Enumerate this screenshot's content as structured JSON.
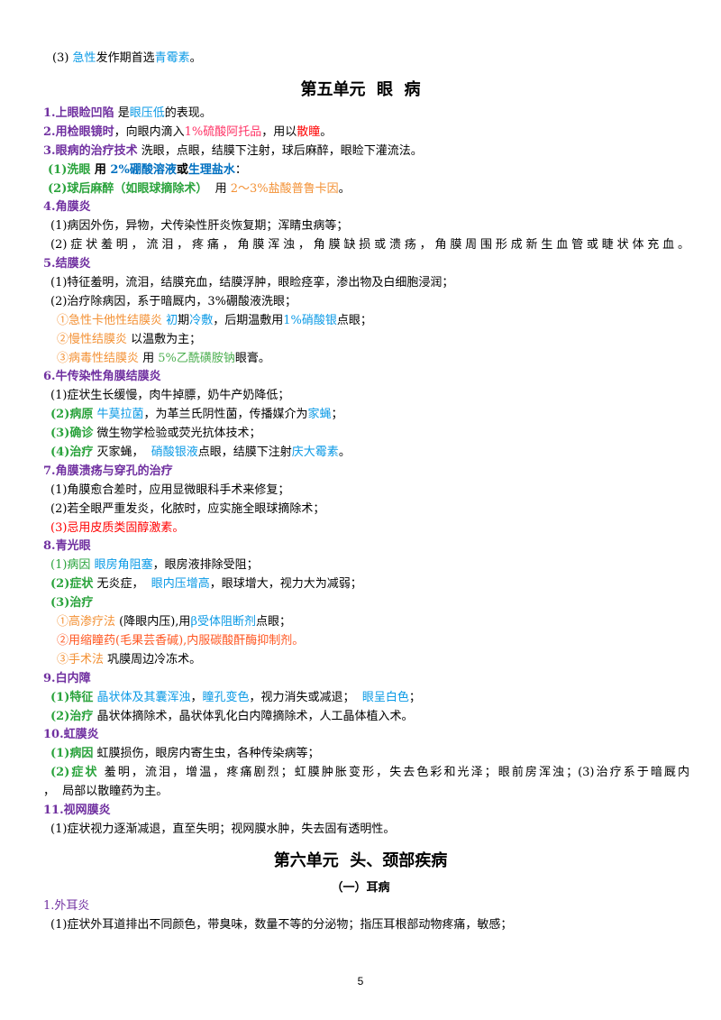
{
  "colors": {
    "purple": "#7030a0",
    "blue": "#0b9ae6",
    "darkblue": "#0070c0",
    "green": "#2aa33c",
    "orange": "#f39135",
    "red": "#ff0000",
    "pink": "#ff3366",
    "lightgreen": "#4caf50",
    "orangered": "#ff5722"
  },
  "intro_line": [
    "(3) ",
    "急性",
    "发作期首选",
    "青霉素",
    "。"
  ],
  "unit5": {
    "title": "第五单元  眼  病",
    "lines": [
      [
        "1.上眼睑凹陷",
        " 是",
        "眼压低",
        "的表现。"
      ],
      [
        "2.用检眼镜时",
        "，向眼内滴入",
        "1%硫酸阿托品",
        "，用以",
        "散瞳",
        "。"
      ],
      [
        "3.眼病的治疗技术",
        " 洗眼，点眼，结膜下注射，球后麻醉，眼睑下灌流法。"
      ],
      [
        "(1)洗眼",
        " 用 ",
        "2%硼酸溶液",
        "或",
        "生理盐水",
        "："
      ],
      [
        "(2)球后麻醉（如眼球摘除术）",
        "  用 ",
        "2～3%盐酸普鲁卡因",
        "。"
      ],
      [
        "4.角膜炎"
      ],
      [
        "(1)病因外伤，异物，犬传染性肝炎恢复期；浑睛虫病等；"
      ],
      [
        "(2)症状羞明，流泪，疼痛，角膜浑浊，角膜缺损或溃疡，角膜周围形成新生血管或睫状体充血。"
      ],
      [
        "5.结膜炎"
      ],
      [
        "(1)特征羞明，流泪，结膜充血，结膜浮肿，眼睑痉挛，渗出物及白细胞浸润；"
      ],
      [
        "(2)治疗除病因，系于暗厩内，3%硼酸液洗眼；"
      ],
      [
        "①急性卡他性结膜炎",
        " ",
        "初",
        "期",
        "冷敷",
        "，后期温敷用",
        "1%硝酸银",
        "点眼；"
      ],
      [
        "②慢性结膜炎",
        " 以温敷为主；"
      ],
      [
        "③病毒性结膜炎",
        " 用 ",
        "5%乙酰磺胺钠",
        "眼膏。"
      ],
      [
        "6.牛传染性角膜结膜炎"
      ],
      [
        "(1)症状生长缓慢，肉牛掉膘，奶牛产奶降低；"
      ],
      [
        "(2)病原",
        " ",
        "牛莫拉菌",
        "，为革兰氏阴性菌，传播媒介为",
        "家蝇",
        "；"
      ],
      [
        "(3)确诊",
        " 微生物学检验或荧光抗体技术；"
      ],
      [
        "(4)治疗",
        " 灭家蝇，  ",
        "硝酸银液",
        "点眼，结膜下注射",
        "庆大霉素",
        "。"
      ],
      [
        "7.角膜溃疡与穿孔的治疗"
      ],
      [
        "(1)角膜愈合差时，应用显微眼科手术来修复；"
      ],
      [
        "(2)若全眼严重发炎，化脓时，应实施全眼球摘除术；"
      ],
      [
        "(3)忌用皮质类固醇激素。"
      ],
      [
        "8.青光眼"
      ],
      [
        "(1)病因",
        " ",
        "眼房角阻塞",
        "，眼房液排除受阻；"
      ],
      [
        "(2)症状",
        " 无炎症，  ",
        "眼内压增高",
        "，眼球增大，视力大为减弱；"
      ],
      [
        "(3)治疗"
      ],
      [
        "①高渗疗法",
        " (降眼内压),用",
        "β受体阻断剂",
        "点眼；"
      ],
      [
        "②用缩瞳药(毛果芸香碱),内服碳酸酐酶抑制剂。"
      ],
      [
        "③手术法",
        " 巩膜周边冷冻术。"
      ],
      [
        "9.白内障"
      ],
      [
        "(1)特征",
        " ",
        "晶状体及其囊浑浊",
        "，",
        "瞳孔变色",
        "，视力消失或减退；  ",
        "眼呈白色",
        "；"
      ],
      [
        "(2)治疗",
        " 晶状体摘除术，晶状体乳化白内障摘除术，人工晶体植入术。"
      ],
      [
        "10.虹膜炎"
      ],
      [
        "(1)病因",
        " 虹膜损伤，眼房内寄生虫，各种传染病等；"
      ],
      [
        "(2)症状",
        " 羞明，流泪，增温，疼痛剧烈；虹膜肿胀变形，失去色彩和光泽；眼前房浑浊；(3)治疗系于暗厩内"
      ],
      [
        "，  局部以散瞳药为主。"
      ],
      [
        "11.视网膜炎"
      ],
      [
        "(1)症状视力逐渐减退，直至失明；视网膜水肿，失去固有透明性。"
      ]
    ]
  },
  "unit6": {
    "title": "第六单元  头、颈部疾病",
    "section": "（一）耳病",
    "lines": [
      [
        "1.外耳炎"
      ],
      [
        "(1)症状外耳道排出不同颜色，带臭味，数量不等的分泌物；指压耳根部动物疼痛，敏感；"
      ]
    ]
  },
  "page_number": "5"
}
